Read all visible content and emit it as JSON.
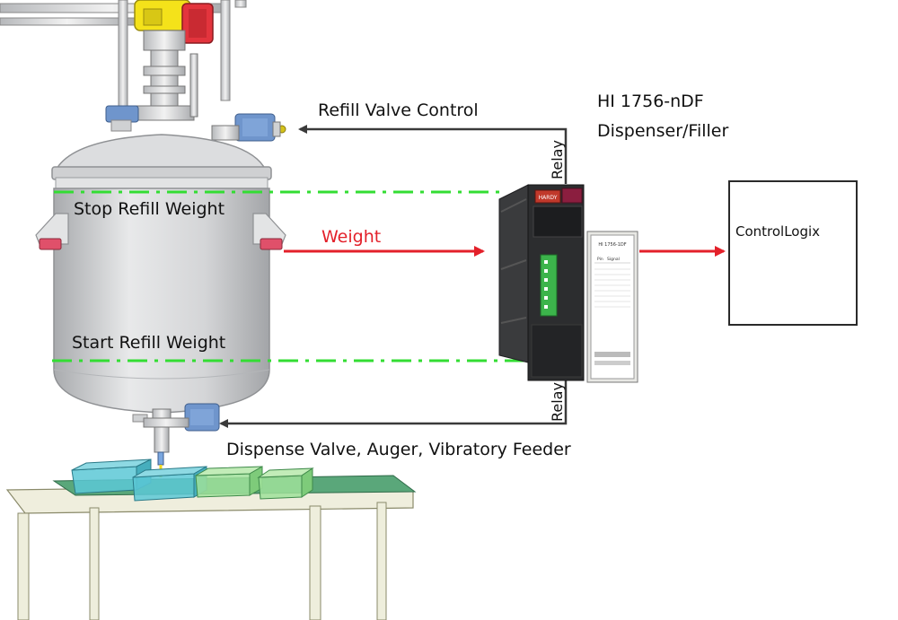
{
  "labels": {
    "refill_valve_control": "Refill Valve Control",
    "device_line1": "HI 1756-nDF",
    "device_line2": "Dispenser/Filler",
    "controllogix": "ControlLogix",
    "stop_refill_weight": "Stop Refill Weight",
    "start_refill_weight": "Start Refill Weight",
    "weight": "Weight",
    "relay_top": "Relay",
    "relay_bottom": "Relay",
    "dispense": "Dispense Valve, Auger, Vibratory Feeder"
  },
  "module": {
    "brand": "HARDY",
    "faceplate_title": "HI 1756-1DF",
    "col_pin": "Pin",
    "col_signal": "Signal"
  },
  "colors": {
    "weight_arrow": "#e3202a",
    "level_lines": "#33dd33",
    "signal_arrows": "#3a3a3a",
    "tank_body": "#d9dadc",
    "connector": "#3cb44b",
    "bins": "#5cc8d6"
  }
}
